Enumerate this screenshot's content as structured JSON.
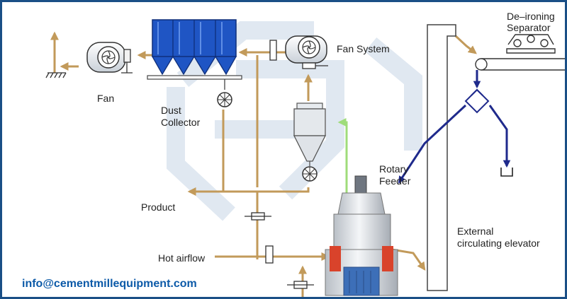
{
  "labels": {
    "fan": "Fan",
    "dust_collector_1": "Dust",
    "dust_collector_2": "Collector",
    "fan_system": "Fan System",
    "deironing_1": "De–ironing",
    "deironing_2": "Separator",
    "rotary_1": "Rotary",
    "rotary_2": "Feeder",
    "product": "Product",
    "hot_airflow": "Hot airflow",
    "external_1": "External",
    "external_2": "circulating elevator"
  },
  "footer": {
    "email": "info@cementmillequipment.com"
  },
  "colors": {
    "frame": "#1a4f86",
    "flow_pipe": "#c29a5a",
    "material_line": "#1f2a8c",
    "dust_collector": "#1f55c4",
    "email": "#0c5aa8",
    "airflow_up": "#9fdc7a",
    "mill_red": "#d9432b",
    "watermark": "#dde6f0"
  }
}
